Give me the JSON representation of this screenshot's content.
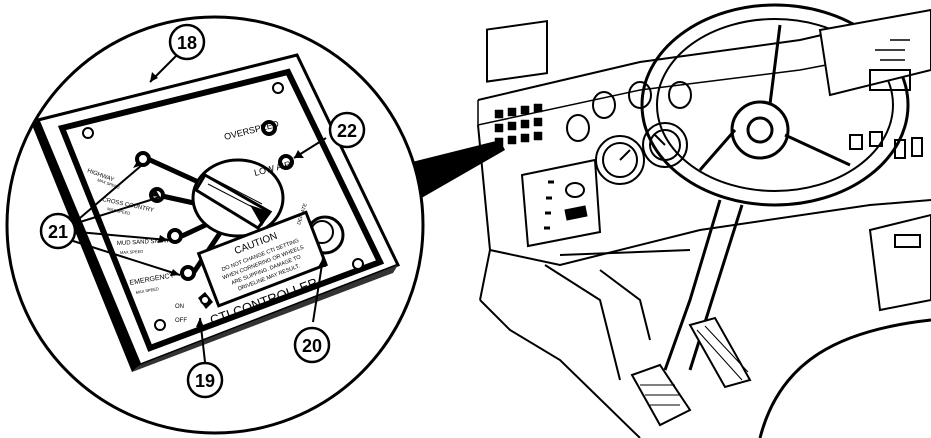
{
  "callouts": {
    "c18": "18",
    "c19": "19",
    "c20": "20",
    "c21": "21",
    "c22": "22"
  },
  "panel": {
    "overspeed": "OVERSPEED",
    "low_air": "LOW AIR",
    "highway": "HIGHWAY",
    "cross_country": "CROSS COUNTRY",
    "mud_sand_snow": "MUD SAND SNOW",
    "emergency": "EMERGENCY",
    "max_speed_small": "MAX SPEED",
    "caution_title": "CAUTION",
    "caution_line1": "DO NOT CHANGE CTI SETTING",
    "caution_line2": "WHEN CORNERING OR WHEELS",
    "caution_line3": "ARE SLIPPING. DAMAGE TO",
    "caution_line4": "DRIVELINE MAY RESULT.",
    "controller_label": "CTI CONTROLLER",
    "on_label": "ON",
    "off_label": "OFF",
    "deflate_label": "DEFLATE"
  },
  "colors": {
    "ink": "#000000",
    "paper": "#ffffff",
    "shade": "#555555"
  }
}
